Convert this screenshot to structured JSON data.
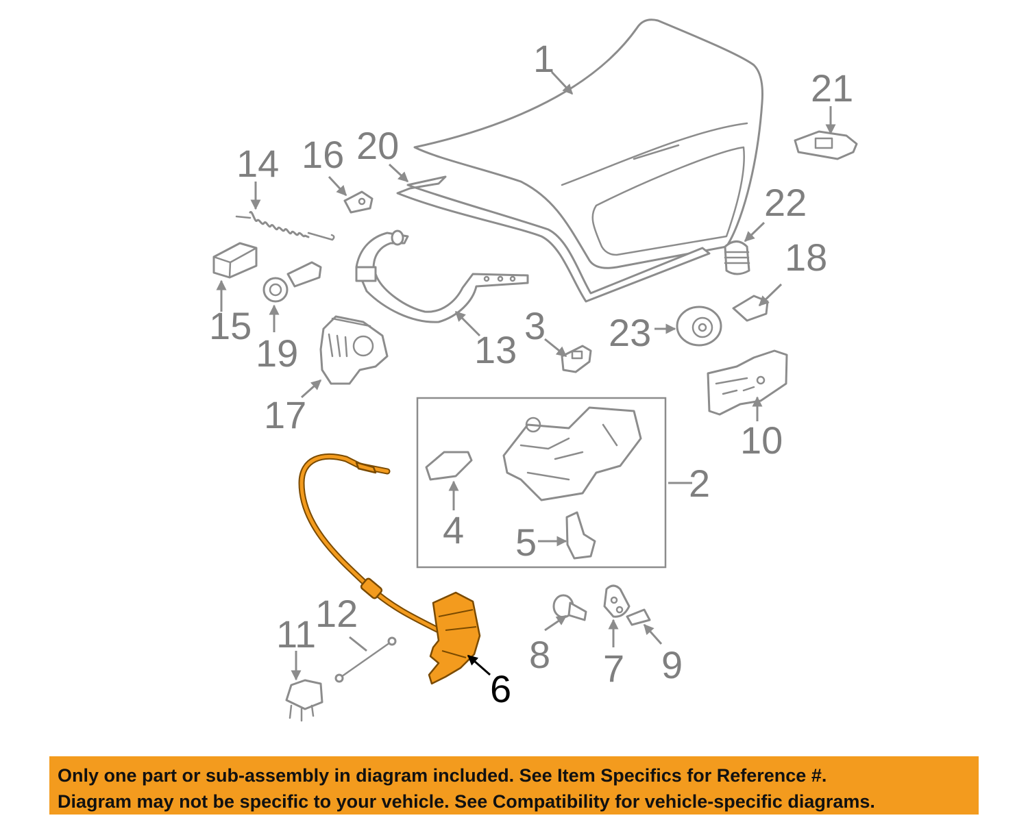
{
  "callouts": [
    "1",
    "2",
    "3",
    "4",
    "5",
    "6",
    "7",
    "8",
    "9",
    "10",
    "11",
    "12",
    "13",
    "14",
    "15",
    "16",
    "17",
    "18",
    "19",
    "20",
    "21",
    "22",
    "23"
  ],
  "highlighted_callout": "6",
  "colors": {
    "highlight": "#f39b1e",
    "line": "#8c8c8c",
    "label": "#7f7f7f",
    "banner": "#f39b1e"
  },
  "notice": {
    "line1": "Only one part or sub-assembly in diagram included. See Item Specifics for Reference #.",
    "line2": "Diagram may not be specific to your vehicle. See Compatibility for vehicle-specific diagrams."
  }
}
